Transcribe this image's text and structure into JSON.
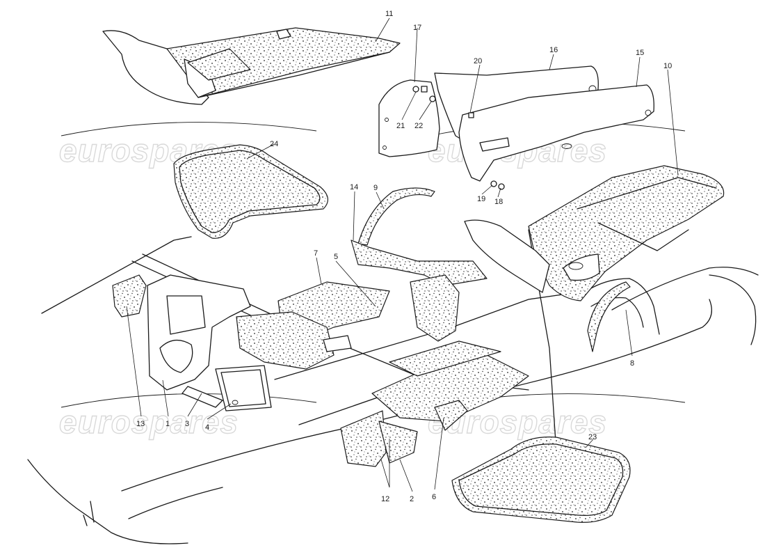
{
  "watermark": {
    "text": "eurospares"
  },
  "callouts": [
    "1",
    "2",
    "3",
    "4",
    "5",
    "6",
    "7",
    "8",
    "9",
    "10",
    "11",
    "12",
    "12",
    "13",
    "14",
    "15",
    "16",
    "17",
    "18",
    "19",
    "20",
    "21",
    "22",
    "23",
    "24"
  ]
}
